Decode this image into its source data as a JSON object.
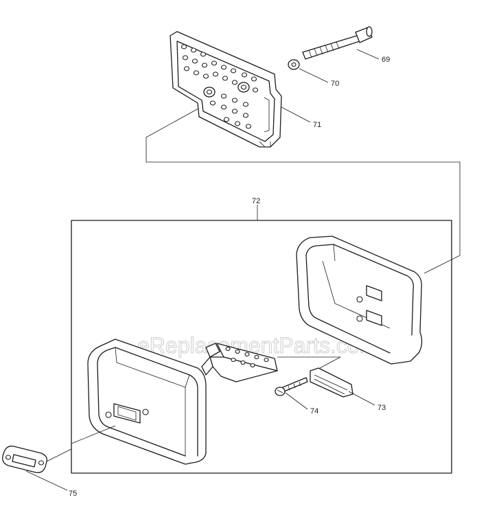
{
  "watermark": "eReplacementParts.com",
  "callouts": {
    "p69": "69",
    "p70": "70",
    "p71": "71",
    "p72": "72",
    "p73": "73",
    "p74": "74",
    "p75": "75"
  }
}
